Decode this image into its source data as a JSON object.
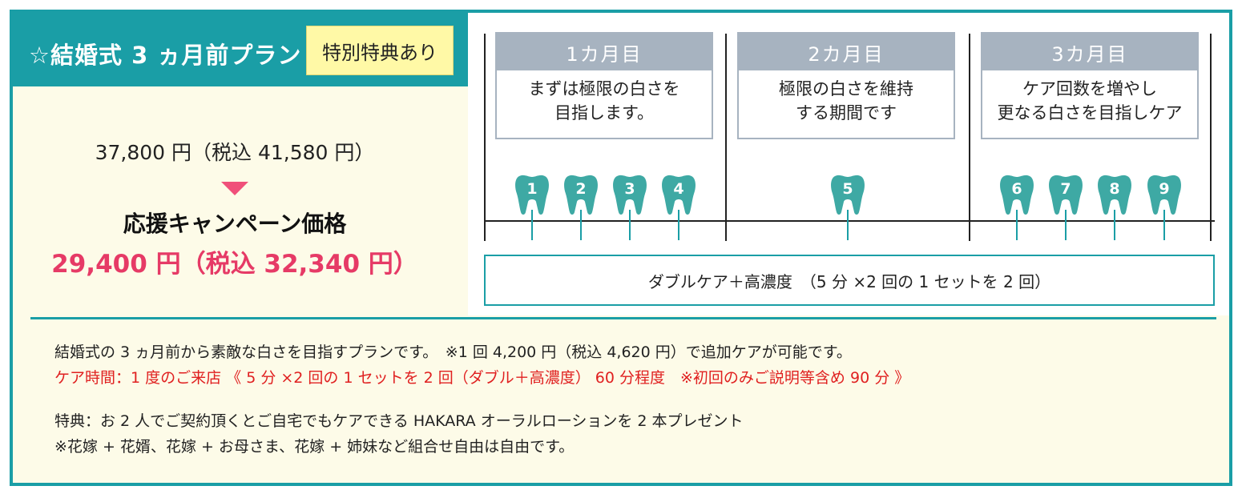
{
  "title": "☆結婚式 3 ヵ月前プラン",
  "badge": "特別特典あり",
  "price": {
    "regular": "37,800 円（税込 41,580 円）",
    "campaign_label": "応援キャンペーン価格",
    "campaign_price": "29,400 円（税込 32,340 円）"
  },
  "months": [
    {
      "head": "1カ月目",
      "desc_line1": "まずは極限の白さを",
      "desc_line2": "目指します。"
    },
    {
      "head": "2カ月目",
      "desc_line1": "極限の白さを維持",
      "desc_line2": "する期間です"
    },
    {
      "head": "3カ月目",
      "desc_line1": "ケア回数を増やし",
      "desc_line2": "更なる白さを目指しケア"
    }
  ],
  "teeth": [
    "1",
    "2",
    "3",
    "4",
    "5",
    "6",
    "7",
    "8",
    "9"
  ],
  "plan_detail": "ダブルケア＋高濃度　（5 分 ×2 回の 1 セットを 2 回）",
  "notes": {
    "line1": "結婚式の 3 ヵ月前から素敵な白さを目指すプランです。　※1 回 4,200 円（税込 4,620 円）で追加ケアが可能です。",
    "line2": "ケア時間：1 度のご来店 《 5 分 ×2 回の 1 セットを 2 回（ダブル＋高濃度） 60 分程度　※初回のみご説明等含め 90 分 》",
    "line3": "特典：お 2 人でご契約頂くとご自宅でもケアできる HAKARA オーラルローションを 2 本プレゼント",
    "line4": "※花嫁 + 花婿、花嫁 + お母さま、花嫁 + 姉妹など組合せ自由は自由です。"
  },
  "colors": {
    "teal": "#1a9ea6",
    "pink": "#e63a66",
    "red": "#e02020",
    "badge_yellow": "#fff9a6",
    "month_gray": "#a7b3c0",
    "cream": "#fdfbe8"
  }
}
